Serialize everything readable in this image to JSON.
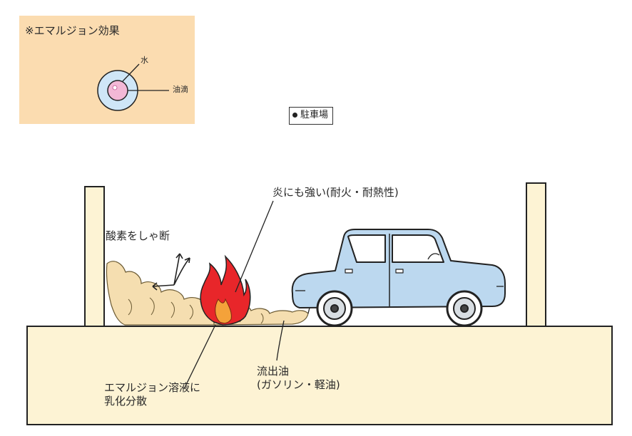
{
  "inset": {
    "title": "※エマルジョン効果",
    "water_label": "水",
    "oil_label": "油滴"
  },
  "sign": {
    "text": "駐車場"
  },
  "labels": {
    "fire_resistant": "炎にも強い(耐火・耐熱性)",
    "oxygen_block": "酸素をしゃ断",
    "spilled_oil": "流出油\n(ガソリン・軽油)",
    "emulsion": "エマルジョン溶液に\n乳化分散"
  },
  "icons": {
    "emulsion_droplet": "emulsion-droplet-icon",
    "car": "car-icon",
    "fire": "fire-icon",
    "foam": "foam-icon"
  },
  "colors": {
    "inset_background": "#fbdcb0",
    "floor": "#fdf3d4",
    "foam": "#f5deb0",
    "fire_outer": "#e8262a",
    "fire_inner": "#f4a23a",
    "car_body": "#bcd8ef",
    "droplet_outer": "#cfe6f7",
    "droplet_inner": "#f3b8d6"
  }
}
